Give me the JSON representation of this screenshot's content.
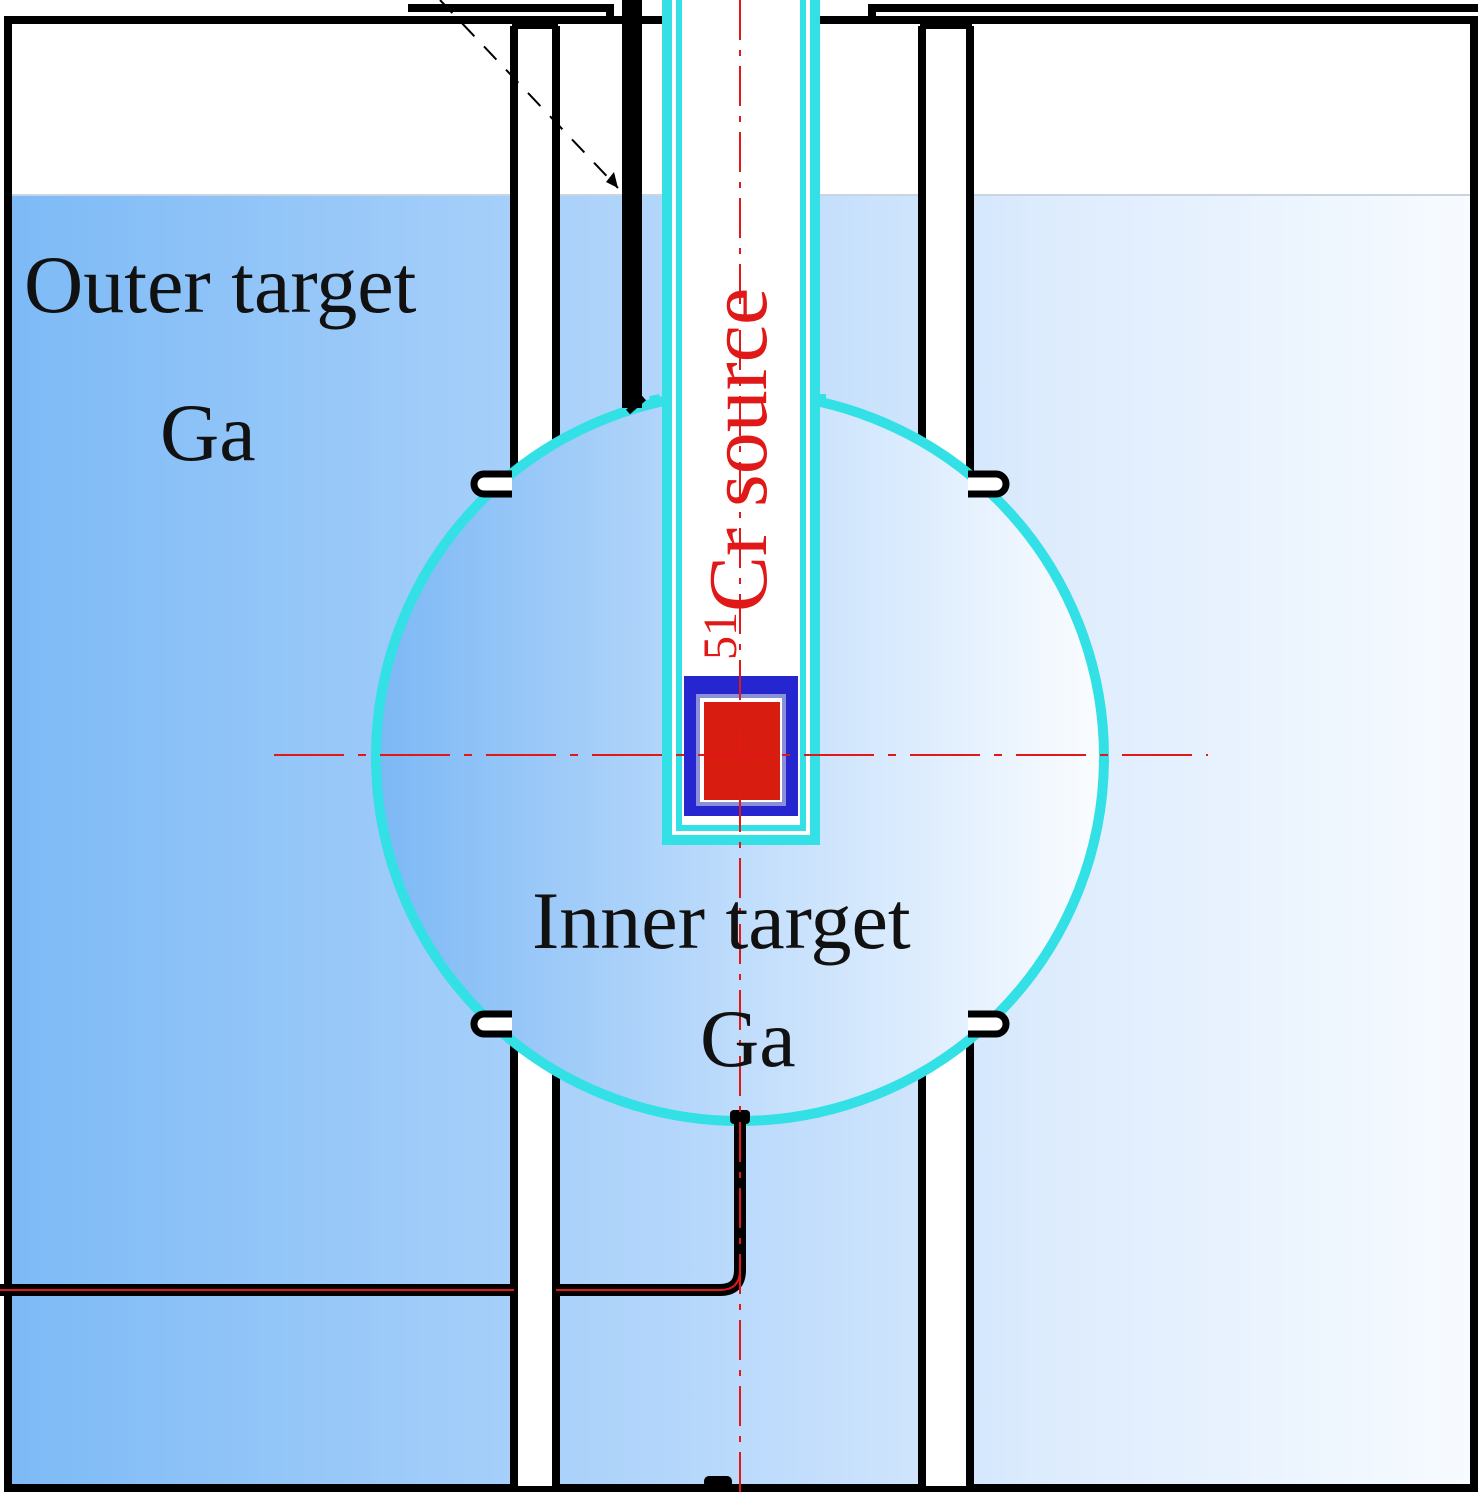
{
  "labels": {
    "outer_target": "Outer target",
    "outer_ga": "Ga",
    "inner_target": "Inner target",
    "inner_ga": "Ga",
    "source_mass": "51",
    "source_name": "Cr source"
  },
  "colors": {
    "gallium_dark": "#7dbaf6",
    "gallium_light": "#f4f9ff",
    "shell": "#33e0e6",
    "wall": "#000000",
    "source_core": "#d81c10",
    "source_holder": "#2626d0",
    "axis": "#e01818",
    "label_red": "#e01818"
  }
}
